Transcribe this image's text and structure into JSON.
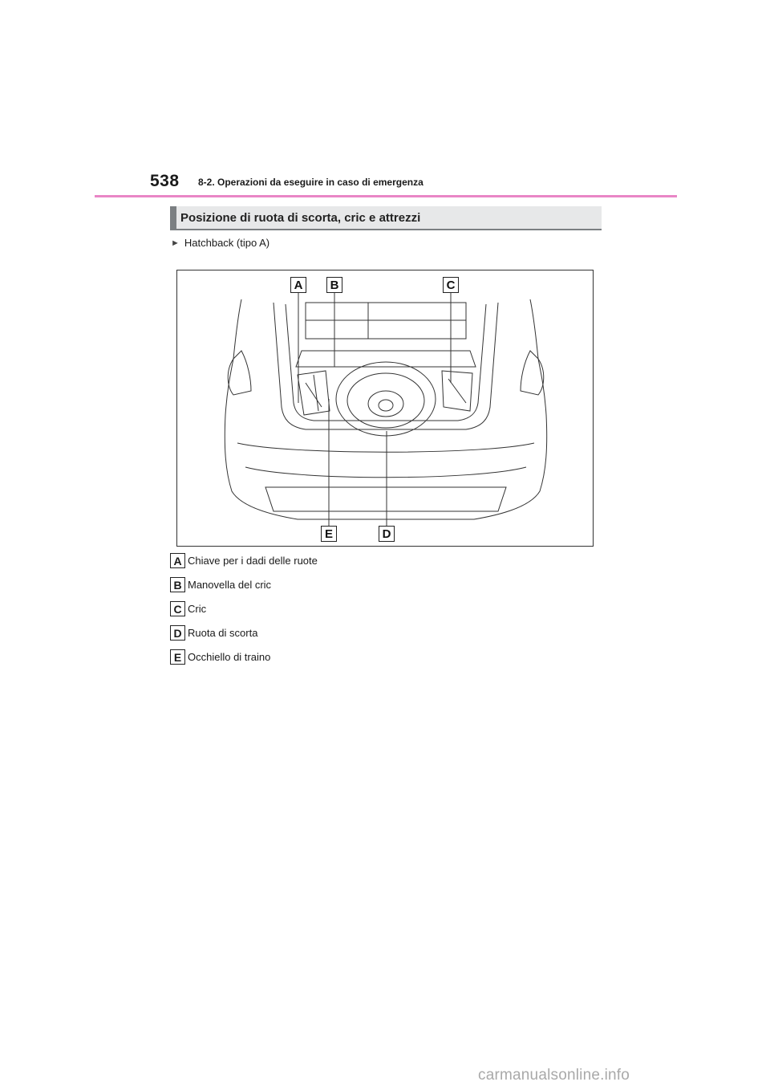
{
  "header": {
    "page_number": "538",
    "chapter": "8-2. Operazioni da eseguire in caso di emergenza"
  },
  "section": {
    "title": "Posizione di ruota di scorta, cric e attrezzi"
  },
  "variant": {
    "arrow_icon": "triangle-right-icon",
    "label": "Hatchback (tipo A)"
  },
  "figure": {
    "callouts": [
      "A",
      "B",
      "C",
      "E",
      "D"
    ]
  },
  "legend": [
    {
      "key": "A",
      "text": "Chiave per i dadi delle ruote"
    },
    {
      "key": "B",
      "text": "Manovella del cric"
    },
    {
      "key": "C",
      "text": "Cric"
    },
    {
      "key": "D",
      "text": "Ruota di scorta"
    },
    {
      "key": "E",
      "text": "Occhiello di traino"
    }
  ],
  "watermark": "carmanualsonline.info",
  "colors": {
    "header_rule": "#e986c6",
    "section_accent": "#7b7f82",
    "section_bg": "#e7e8e9"
  }
}
